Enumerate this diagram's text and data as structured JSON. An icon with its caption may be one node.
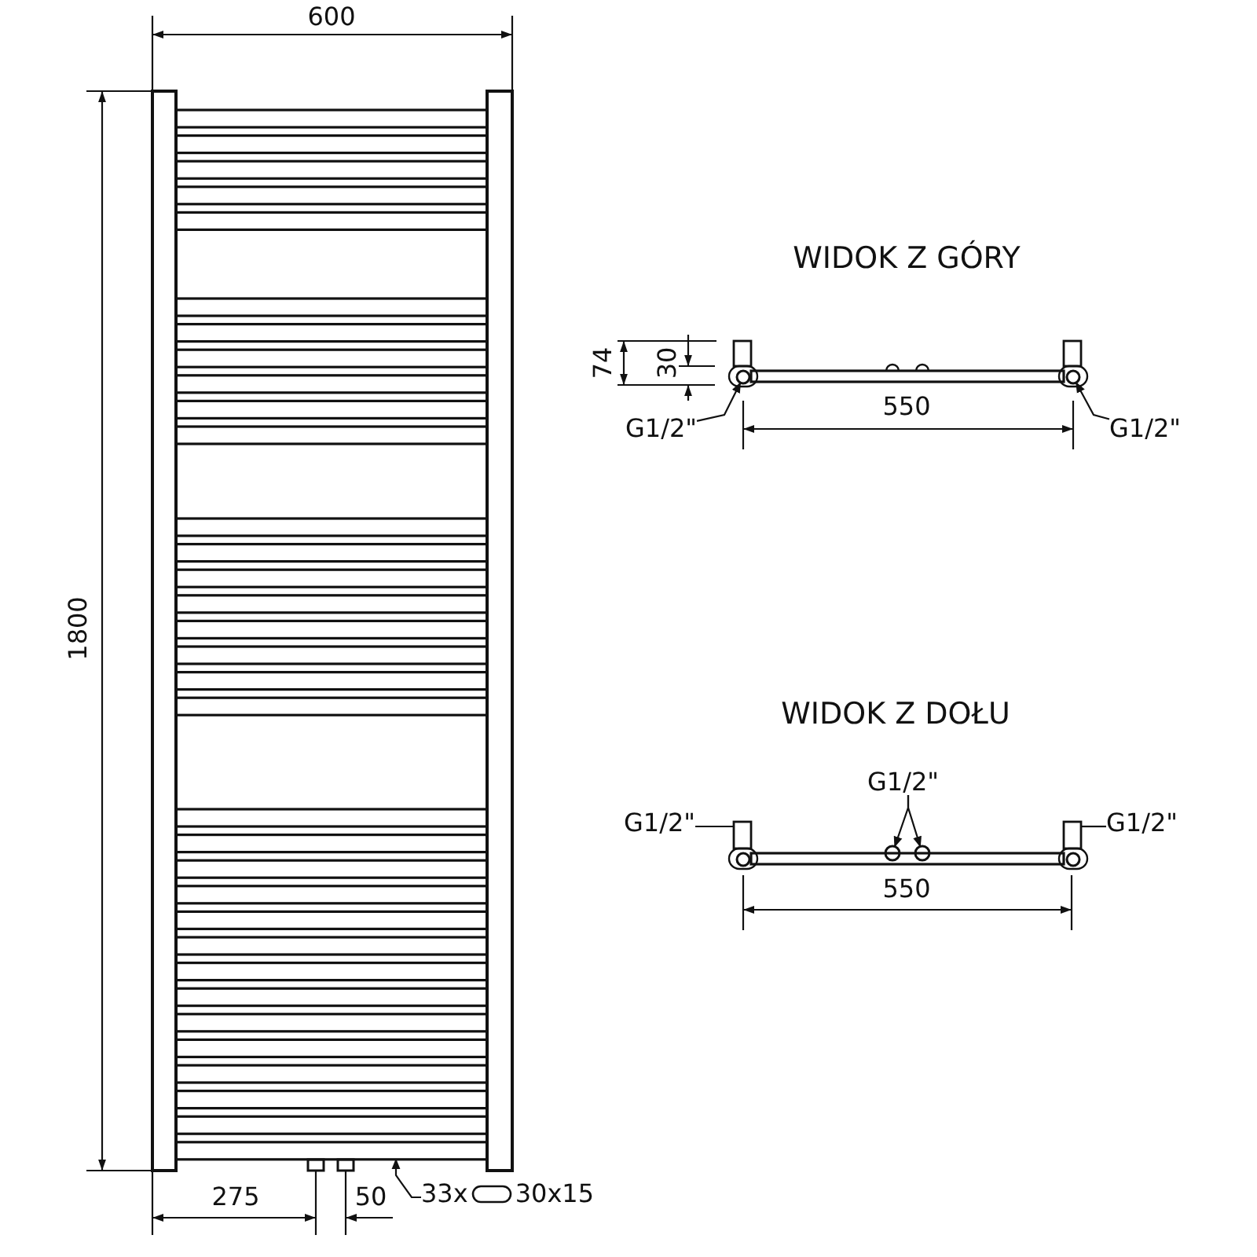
{
  "diagram": {
    "nodes": [
      {
        "text": [],
        "shape": "circle"
      },
      {
        "text": [],
        "shape": "circle"
      },
      {
        "text": [
          "G1/2\""
        ]
      },
      {
        "text": [
          "G1/2\""
        ]
      },
      {
        "text": [
          "G1/2\""
        ]
      },
      {
        "text": [
          "G1/2\""
        ]
      },
      {
        "text": [
          "G1/2\""
        ]
      },
      {
        "text": [],
        "shape": "box"
      },
      {
        "text": [],
        "shape": "circle"
      },
      {
        "text": [],
        "shape": "circle"
      },
      {
        "text": [],
        "shape": "box"
      },
      {
        "text": [],
        "shape": "bar"
      },
      {
        "text": [
          "33x",
          "30x15"
        ]
      }
    ],
    "edges": [
      {
        "from": 2,
        "to": 0,
        "arrow": "to"
      },
      {
        "from": 3,
        "to": 1,
        "arrow": "to"
      },
      {
        "from": 4,
        "to": 8,
        "arrow": "to"
      },
      {
        "from": 4,
        "to": 9,
        "arrow": "to"
      },
      {
        "from": 5,
        "to": 7,
        "arrow": "none"
      },
      {
        "from": 6,
        "to": 10,
        "arrow": "none"
      },
      {
        "from": 12,
        "to": 11,
        "arrow": "to"
      }
    ],
    "labels": [
      "600",
      "1800",
      "WIDOK Z GÓRY",
      "74",
      "30",
      "550",
      "WIDOK Z DOŁU",
      "550",
      "275",
      "50"
    ]
  }
}
